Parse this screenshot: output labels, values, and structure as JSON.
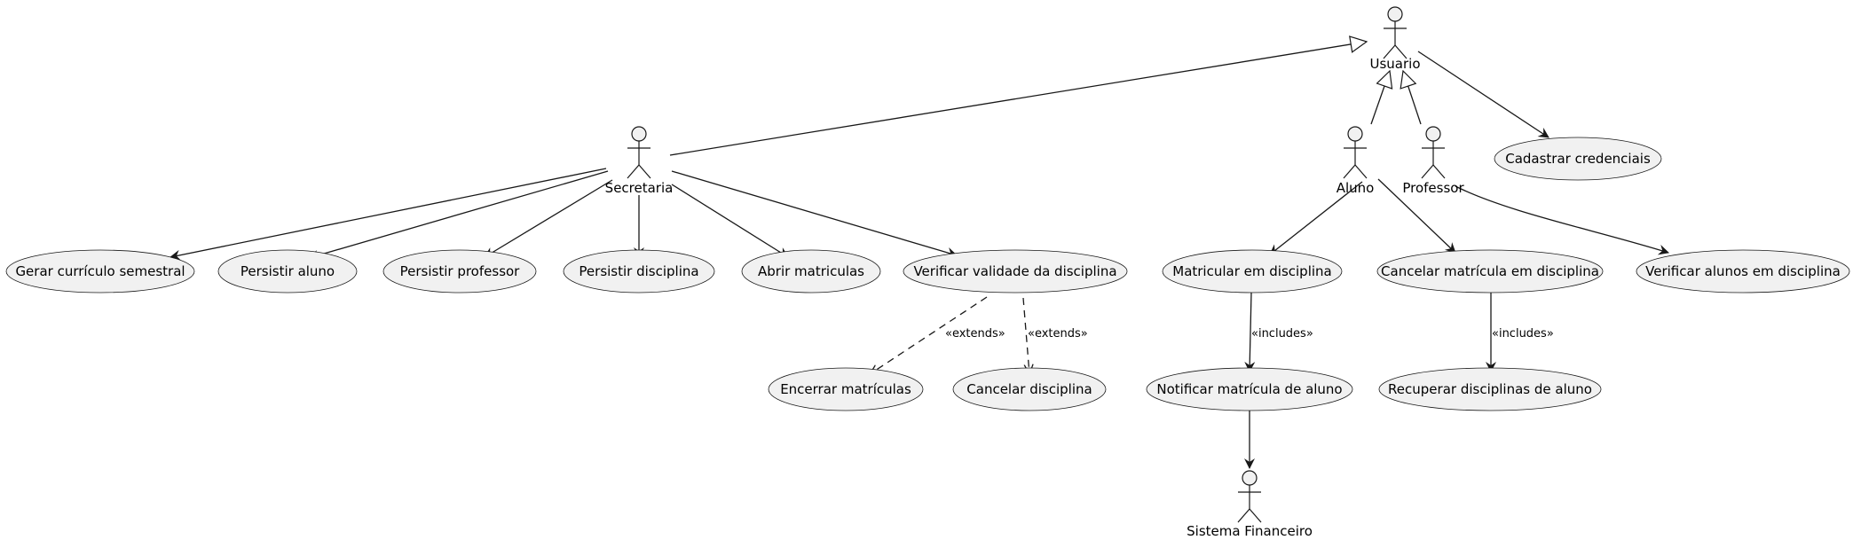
{
  "actors": {
    "usuario": "Usuario",
    "secretaria": "Secretaria",
    "aluno": "Aluno",
    "professor": "Professor",
    "sistema_financeiro": "Sistema Financeiro"
  },
  "use_cases": {
    "gerar_curriculo": "Gerar currículo semestral",
    "persistir_aluno": "Persistir aluno",
    "persistir_professor": "Persistir professor",
    "persistir_disciplina": "Persistir disciplina",
    "abrir_matriculas": "Abrir matriculas",
    "verificar_validade": "Verificar validade da disciplina",
    "encerrar_matriculas": "Encerrar matrículas",
    "cancelar_disciplina": "Cancelar disciplina",
    "matricular": "Matricular em disciplina",
    "notificar": "Notificar matrícula de aluno",
    "cancelar_matricula": "Cancelar matrícula em disciplina",
    "recuperar": "Recuperar disciplinas de aluno",
    "verificar_alunos": "Verificar alunos em disciplina",
    "cadastrar": "Cadastrar credenciais"
  },
  "relations": {
    "extends_1": "«extends»",
    "extends_2": "«extends»",
    "includes_1": "«includes»",
    "includes_2": "«includes»"
  },
  "colors": {
    "fill": "#f1f1f1",
    "stroke": "#181818"
  }
}
